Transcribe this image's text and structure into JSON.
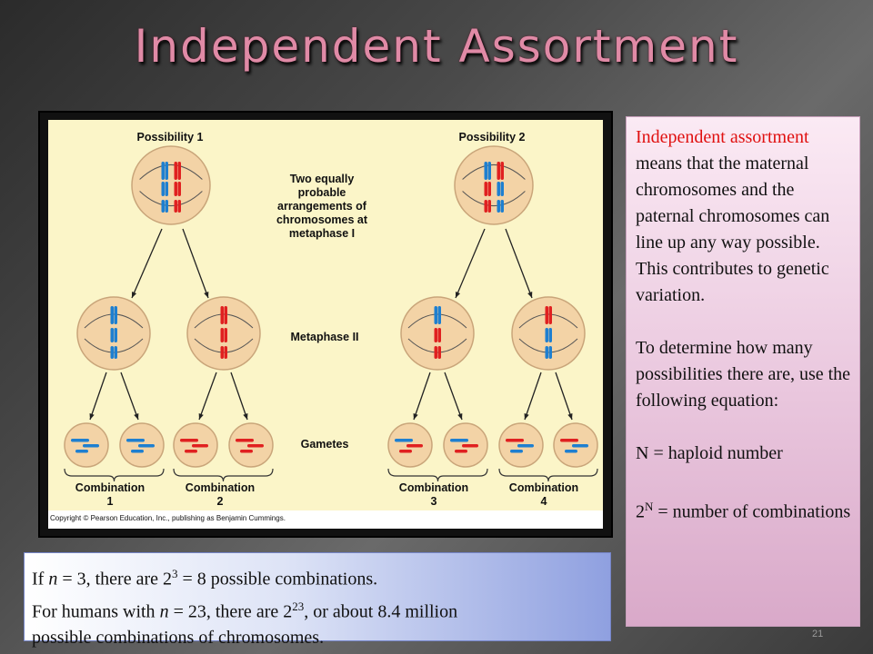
{
  "slide": {
    "title": "Independent Assortment",
    "number": "21"
  },
  "figure": {
    "possibility_1": "Possibility 1",
    "possibility_2": "Possibility 2",
    "arrangements_note": "Two equally probable arrangements of chromosomes at metaphase I",
    "metaphase_2": "Metaphase II",
    "gametes": "Gametes",
    "combinations": [
      "Combination 1",
      "Combination 2",
      "Combination 3",
      "Combination 4"
    ],
    "copyright": "Copyright © Pearson Education, Inc., publishing as Benjamin Cummings.",
    "colors": {
      "maternal": "#e02020",
      "paternal": "#1e7fd0",
      "cell": "#f3d3a6"
    }
  },
  "side": {
    "term": "Independent assortment",
    "definition_rest": " means that the maternal chromosomes and the paternal chromosomes can line up any way possible.  This contributes to genetic variation.",
    "instruction": "To determine how many possibilities there are, use the following equation:",
    "n_def": "N = haploid number",
    "eq_base": "2",
    "eq_exp": "N",
    "eq_rest": " = number of combinations"
  },
  "bottom": {
    "l1_a": "If ",
    "l1_n": "n",
    "l1_b": " = 3, there are 2",
    "l1_exp": "3",
    "l1_c": " = 8 possible combinations.",
    "l2_a": "For humans with ",
    "l2_n": "n",
    "l2_b": " = 23, there are 2",
    "l2_exp": "23",
    "l2_c": ", or about 8.4 million",
    "l3": "possible combinations of chromosomes."
  }
}
